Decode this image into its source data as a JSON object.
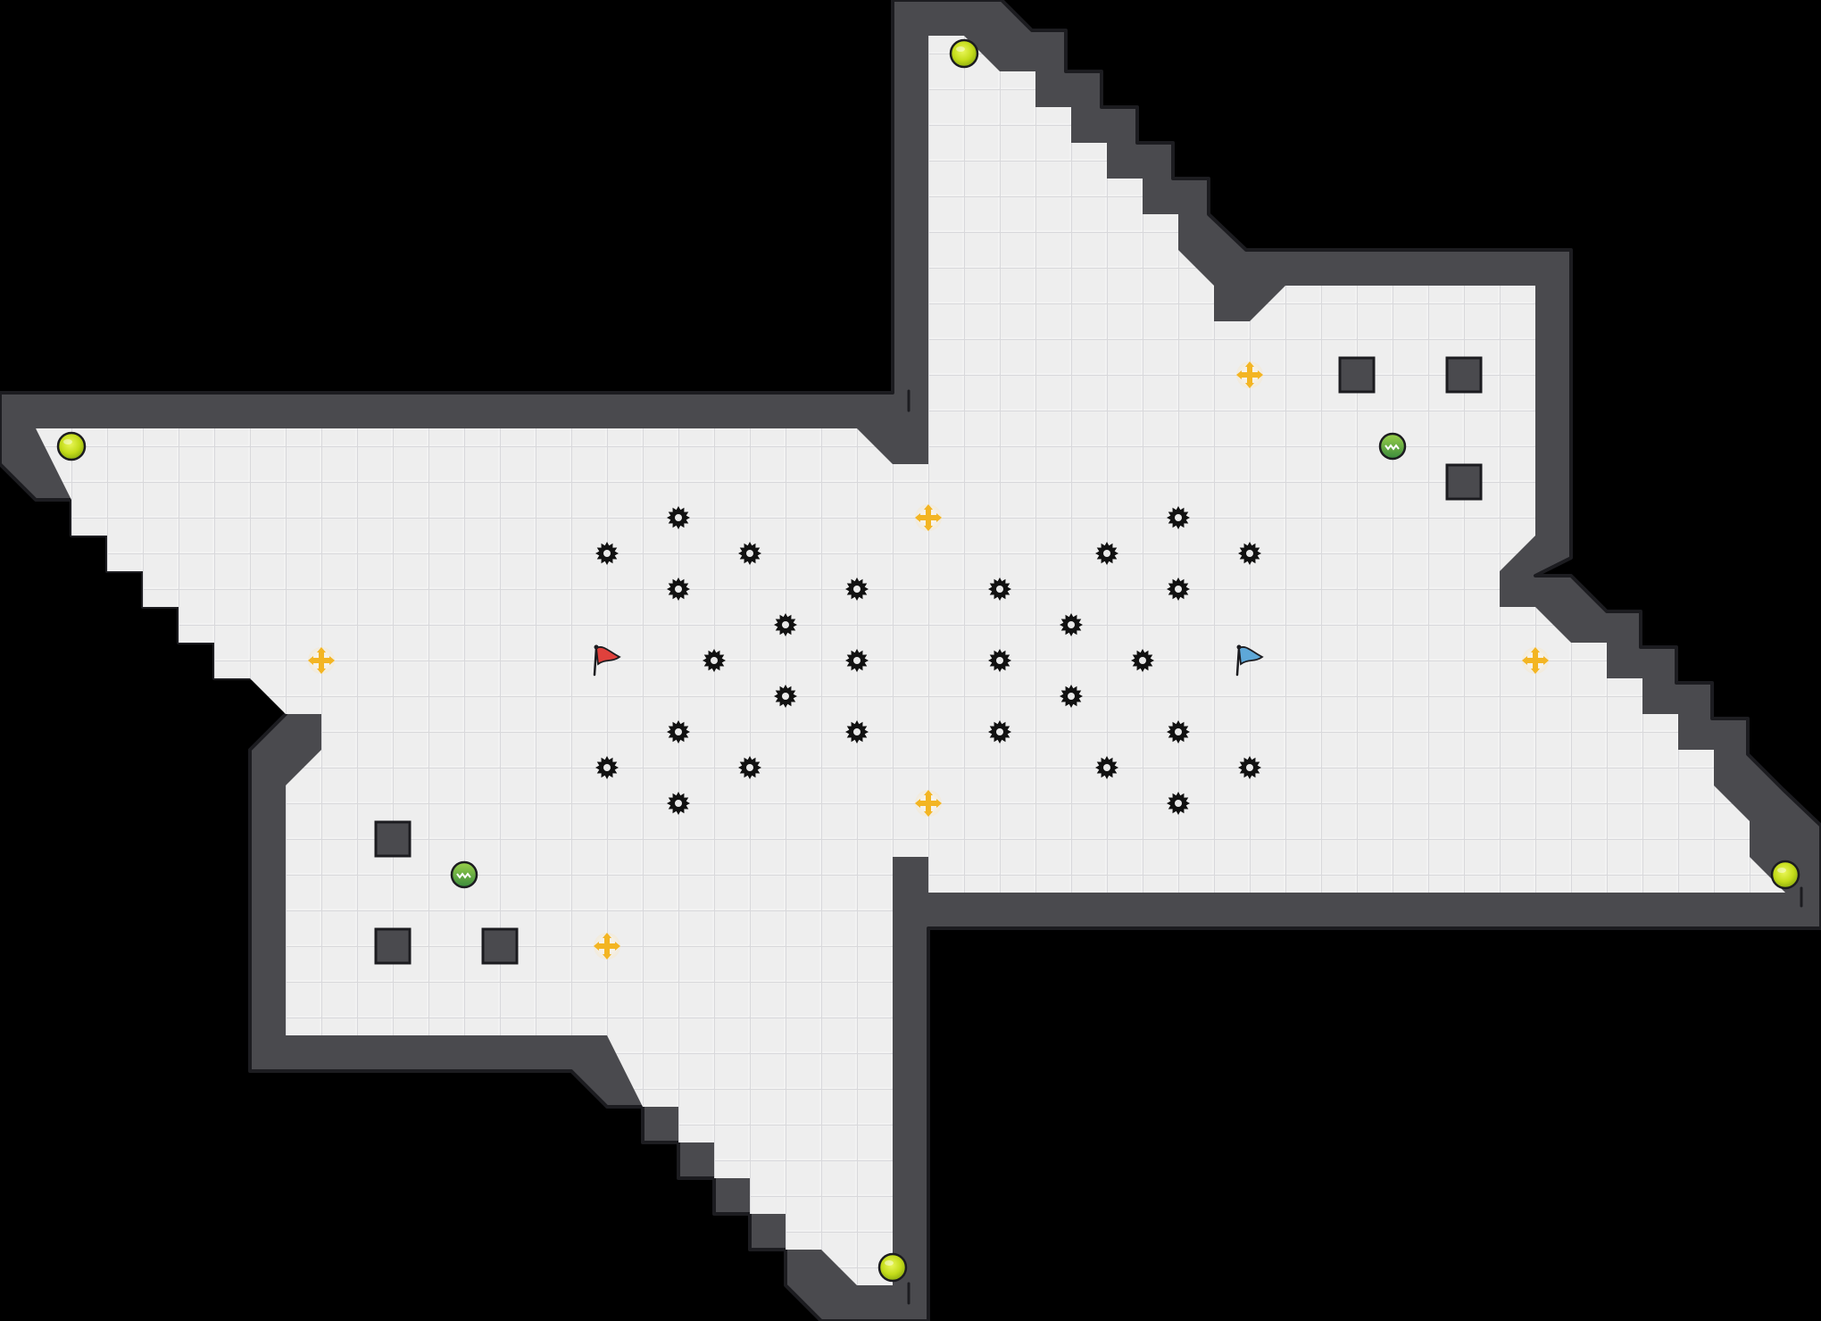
{
  "map": {
    "colors": {
      "background": "#000000",
      "wall": "#4a4a4e",
      "wall_outline": "#1e1e22",
      "floor": "#eeeeee",
      "grid": "#d9d9dc",
      "block": "#4a4a4e",
      "portal": "#c6df1e",
      "boost": "#f3b523",
      "spike": "#111111",
      "red_flag": "#e0413c",
      "blue_flag": "#5ea8d8"
    },
    "portals": [
      {
        "row": 0,
        "col": 26
      },
      {
        "row": 11,
        "col": 1
      },
      {
        "row": 23,
        "col": 49
      },
      {
        "row": 34,
        "col": 24
      }
    ],
    "bombs": [
      {
        "row": 11,
        "col": 38
      },
      {
        "row": 23,
        "col": 12
      }
    ],
    "boosts": [
      {
        "row": 9,
        "col": 34
      },
      {
        "row": 13,
        "col": 25
      },
      {
        "row": 17,
        "col": 8
      },
      {
        "row": 17,
        "col": 42
      },
      {
        "row": 21,
        "col": 25
      },
      {
        "row": 25,
        "col": 16
      }
    ],
    "flags": [
      {
        "team": "red",
        "row": 17,
        "col": 16
      },
      {
        "team": "blue",
        "row": 17,
        "col": 34
      }
    ],
    "blocks": [
      {
        "row": 9,
        "col": 37
      },
      {
        "row": 9,
        "col": 40
      },
      {
        "row": 12,
        "col": 40
      },
      {
        "row": 22,
        "col": 10
      },
      {
        "row": 25,
        "col": 10
      },
      {
        "row": 25,
        "col": 13
      }
    ],
    "spikes": [
      {
        "row": 13,
        "col": 18
      },
      {
        "row": 13,
        "col": 32
      },
      {
        "row": 14,
        "col": 16
      },
      {
        "row": 14,
        "col": 20
      },
      {
        "row": 14,
        "col": 30
      },
      {
        "row": 14,
        "col": 34
      },
      {
        "row": 15,
        "col": 18
      },
      {
        "row": 15,
        "col": 23
      },
      {
        "row": 15,
        "col": 27
      },
      {
        "row": 15,
        "col": 32
      },
      {
        "row": 16,
        "col": 21
      },
      {
        "row": 16,
        "col": 29
      },
      {
        "row": 17,
        "col": 19
      },
      {
        "row": 17,
        "col": 23
      },
      {
        "row": 17,
        "col": 27
      },
      {
        "row": 17,
        "col": 31
      },
      {
        "row": 18,
        "col": 21
      },
      {
        "row": 18,
        "col": 29
      },
      {
        "row": 19,
        "col": 18
      },
      {
        "row": 19,
        "col": 23
      },
      {
        "row": 19,
        "col": 27
      },
      {
        "row": 19,
        "col": 32
      },
      {
        "row": 20,
        "col": 16
      },
      {
        "row": 20,
        "col": 20
      },
      {
        "row": 20,
        "col": 30
      },
      {
        "row": 20,
        "col": 34
      },
      {
        "row": 21,
        "col": 18
      },
      {
        "row": 21,
        "col": 32
      }
    ]
  }
}
